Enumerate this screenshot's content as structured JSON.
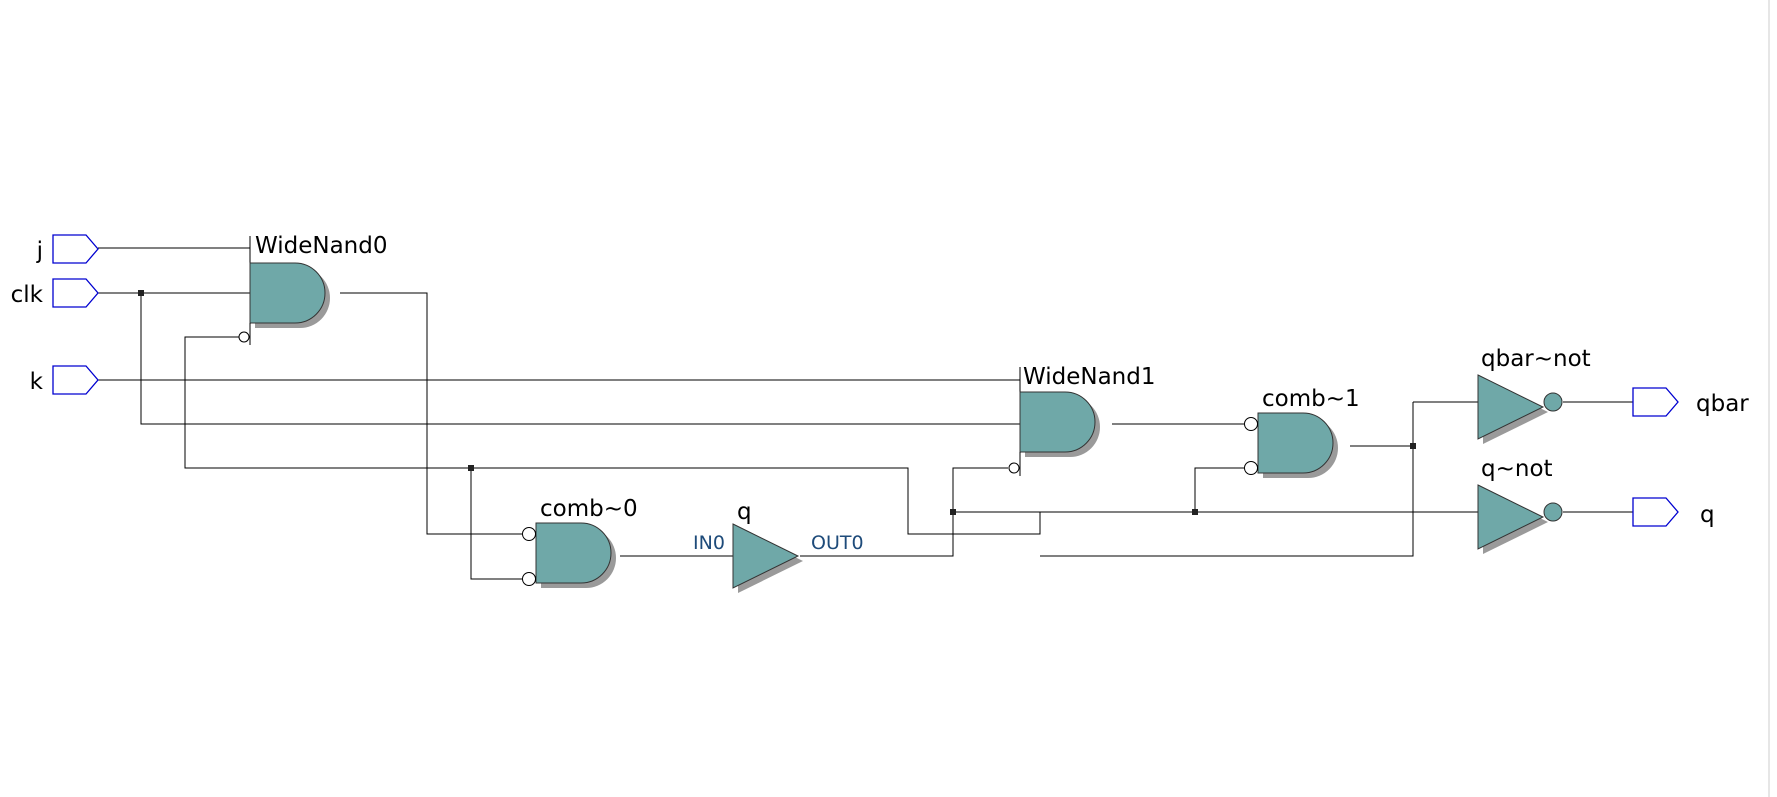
{
  "colors": {
    "gate_fill": "#6fa8a8",
    "gate_shadow": "#9a9a9a",
    "wire": "#000000",
    "port": "#0000d0",
    "pin_text": "#1e4b7a"
  },
  "inputs": [
    {
      "name": "j"
    },
    {
      "name": "clk"
    },
    {
      "name": "k"
    }
  ],
  "outputs": [
    {
      "name": "qbar"
    },
    {
      "name": "q"
    }
  ],
  "gates": [
    {
      "id": "widenand0",
      "label": "WideNand0",
      "type": "and3-inverted-input"
    },
    {
      "id": "widenand1",
      "label": "WideNand1",
      "type": "and3-inverted-input"
    },
    {
      "id": "comb0",
      "label": "comb~0",
      "type": "and2-inverted-inputs"
    },
    {
      "id": "comb1",
      "label": "comb~1",
      "type": "and2-inverted-inputs"
    },
    {
      "id": "q-buffer",
      "label": "q",
      "type": "buffer",
      "pin_in": "IN0",
      "pin_out": "OUT0"
    },
    {
      "id": "qbar-not",
      "label": "qbar~not",
      "type": "not"
    },
    {
      "id": "q-not",
      "label": "q~not",
      "type": "not"
    }
  ]
}
